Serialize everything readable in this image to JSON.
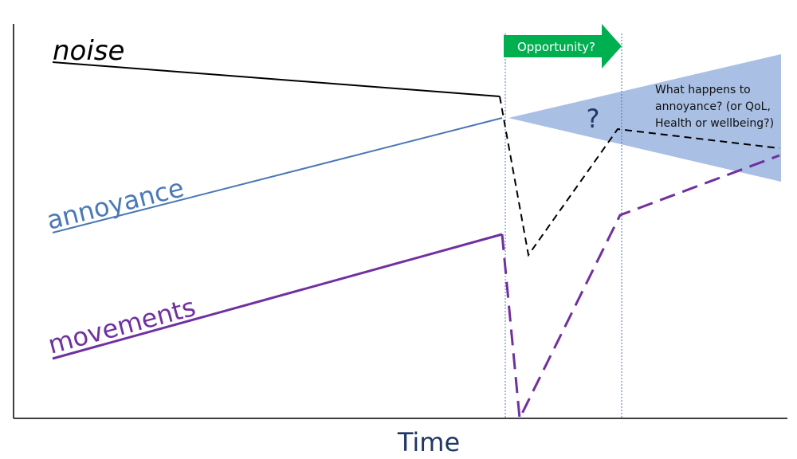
{
  "x_axis_label": "Time",
  "series_labels": {
    "noise": "noise",
    "annoyance": "annoyance",
    "movements": "movements"
  },
  "opportunity_label": "Opportunity?",
  "question_mark": "?",
  "annotation_lines": [
    "What happens to",
    "annoyance? (or QoL,",
    "Health or wellbeing?)"
  ],
  "colors": {
    "noise": "#000000",
    "annoyance": "#4a78b5",
    "movements": "#7030a0",
    "opportunity_arrow": "#00b050",
    "uncertainty_cone": "#a9bfe3",
    "question_mark": "#1f3864",
    "divider": "#4a78b5",
    "axis": "#000000"
  }
}
